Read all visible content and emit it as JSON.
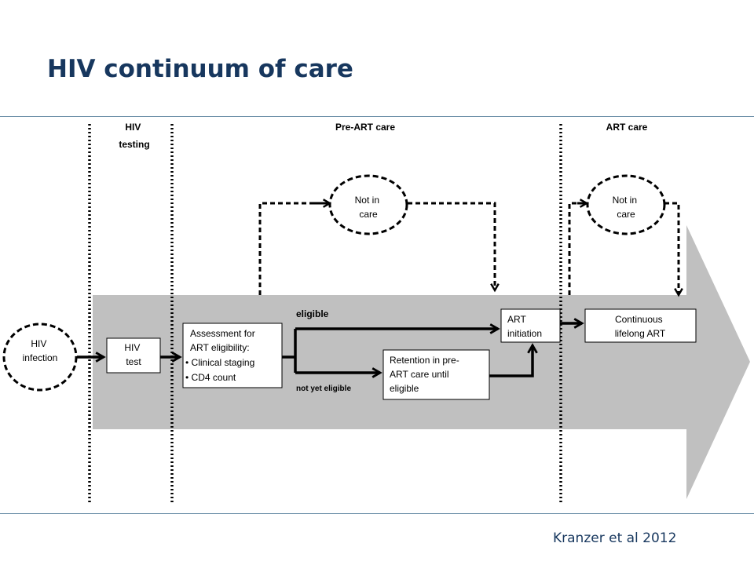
{
  "title": "HIV continuum of care",
  "citation": "Kranzer et al 2012",
  "phases": {
    "testing": [
      "HIV",
      "testing"
    ],
    "pre_art": "Pre-ART care",
    "art": "ART care"
  },
  "nodes": {
    "hiv_infection": [
      "HIV",
      "infection"
    ],
    "hiv_test": [
      "HIV",
      "test"
    ],
    "assessment": [
      "Assessment for",
      "ART eligibility:",
      "• Clinical staging",
      "• CD4 count"
    ],
    "retention": [
      "Retention in pre-",
      "ART care until",
      "eligible"
    ],
    "art_initiation": [
      "ART",
      "initiation"
    ],
    "continuous": [
      "Continuous",
      "lifelong ART"
    ],
    "not_in_care_1": [
      "Not in",
      "care"
    ],
    "not_in_care_2": [
      "Not in",
      "care"
    ]
  },
  "edge_labels": {
    "eligible": "eligible",
    "not_yet_eligible": "not yet eligible"
  },
  "colors": {
    "title": "#17375e",
    "band": "#c0c0c0",
    "rule": "#6b8fa8",
    "stroke": "#000000"
  }
}
